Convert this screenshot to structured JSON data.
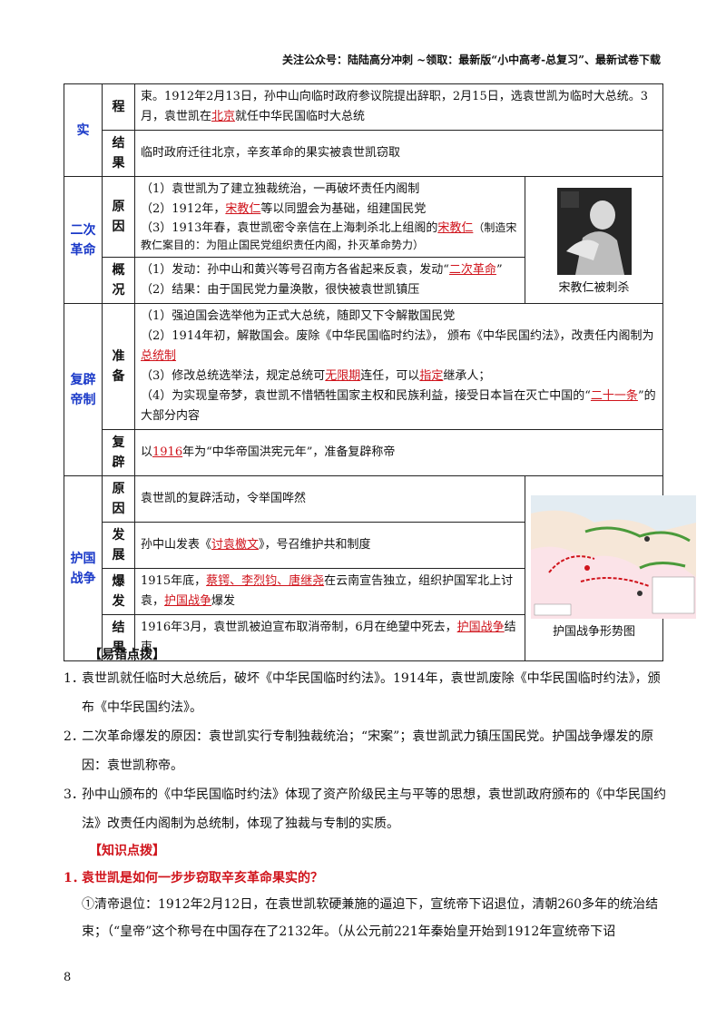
{
  "header": "关注公众号：陆陆高分冲刺 ~领取：最新版“小中高考-总复习”、最新试卷下载",
  "sections": {
    "shi": "实",
    "erci": "二次革命",
    "fubi": "复辟帝制",
    "huguo": "护国战争"
  },
  "labels": {
    "guocheng": "过程",
    "jieguo": "结果",
    "yuanyin": "原因",
    "gaikuang": "概况",
    "zhunbei": "准备",
    "fubi": "复辟",
    "fazhan": "发展",
    "baofa": "爆发"
  },
  "rows": {
    "shi_process": {
      "p1": "束。1912年2月13日，孙中山向临时政府参议院提出辞职，2月15日，选袁世凯为临时大总统。3月，袁世凯在",
      "k1": "北京",
      "p2": "就任中华民国临时大总统"
    },
    "shi_result": "临时政府迁往北京，辛亥革命的果实被袁世凯窃取",
    "erci_cause": {
      "c1": "（1）袁世凯为了建立独裁统治，一再破坏责任内阁制",
      "c2a": "（2）1912年，",
      "c2k": "宋教仁",
      "c2b": "等以同盟会为基础，组建国民党",
      "c3a": "（3）1913年春，袁世凯密令亲信在上海刺杀北上组阁的",
      "c3k": "宋教仁",
      "c3b": "（制造宋教仁案目的：为阻止国民党组织责任内阁，扑灭革命势力）"
    },
    "erci_overview": {
      "o1a": "（1）发动：孙中山和黄兴等号召南方各省起来反袁，发动“",
      "o1k": "二次革命",
      "o1b": "”",
      "o2": "（2）结果：由于国民党力量涣散，很快被袁世凯镇压"
    },
    "fubi_prep": {
      "p1": "（1）强迫国会选举他为正式大总统，随即又下令解散国民党",
      "p2a": "（2）1914年初，解散国会。废除《中华民国临时约法》， 颁布《中华民国约法》，改责任内阁制为",
      "p2k": "总统制",
      "p3a": "（3）修改总统选举法，规定总统可",
      "p3k1": "无限期",
      "p3b": "连任，可以",
      "p3k2": "指定",
      "p3c": "继承人；",
      "p4a": "（4）为实现皇帝梦，袁世凯不惜牺牲国家主权和民族利益，接受日本旨在灭亡中国的“",
      "p4k": "二十一条",
      "p4b": "”的大部分内容"
    },
    "fubi_restore": {
      "a": "以",
      "k": "1916",
      "b": "年为“中华帝国洪宪元年”，准备复辟称帝"
    },
    "huguo_cause": "袁世凯的复辟活动，令举国哗然",
    "huguo_dev": {
      "a": "孙中山发表《",
      "k": "讨袁檄文",
      "b": "》，号召维护共和制度"
    },
    "huguo_outbreak": {
      "a": "1915年底，",
      "k1": "蔡锷、李烈钧、唐继尧",
      "b": "在云南宣告独立，组织护国军北上讨袁，",
      "k2": "护国战争",
      "c": "爆发"
    },
    "huguo_result": {
      "a": "1916年3月，袁世凯被迫宣布取消帝制，6月在绝望中死去，",
      "k": "护国战争",
      "b": "结束"
    }
  },
  "images": {
    "photo_caption": "宋教仁被刺杀",
    "map_caption": "护国战争形势图"
  },
  "notes": {
    "heading1": "【易错点拨】",
    "items": [
      {
        "num": "1．",
        "text": "袁世凯就任临时大总统后，破坏《中华民国临时约法》。1914年，袁世凯废除《中华民国临时约法》，颁布《中华民国约法》。"
      },
      {
        "num": "2．",
        "text": "二次革命爆发的原因：袁世凯实行专制独裁统治；“宋案”；袁世凯武力镇压国民党。护国战争爆发的原因：袁世凯称帝。"
      },
      {
        "num": "3．",
        "text": "孙中山颁布的《中华民国临时约法》体现了资产阶级民主与平等的思想，袁世凯政府颁布的《中华民国约法》改责任内阁制为总统制，体现了独裁与专制的实质。"
      }
    ],
    "heading2": "【知识点拨】",
    "question_num": "1．",
    "question": "袁世凯是如何一步步窃取辛亥革命果实的？",
    "paragraph": "①清帝退位：1912年2月12日，在袁世凯软硬兼施的逼迫下，宣统帝下诏退位，清朝260多年的统治结束；（“皇帝”这个称号在中国存在了2132年。（从公元前221年秦始皇开始到1912年宣统帝下诏"
  },
  "page_number": "8",
  "colors": {
    "section_blue": "#1a39c8",
    "keyword_red": "#d0141c"
  }
}
